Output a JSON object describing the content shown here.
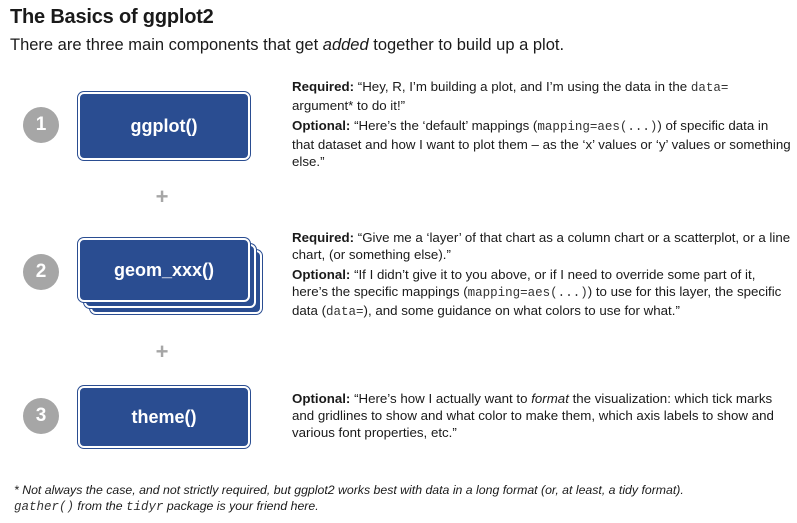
{
  "title": "The Basics of ggplot2",
  "subtitle": {
    "before": "There are three main components that get ",
    "emphasis": "added",
    "after": " together to build up a plot."
  },
  "plus_sign": "+",
  "steps": [
    {
      "number": "1",
      "box_label": "ggplot()",
      "required_label": "Required:",
      "required_parts": [
        "“Hey, R, I’m building a plot, and I’m using the data in the ",
        "data=",
        " argument* to do it!”"
      ],
      "optional_label": "Optional:",
      "optional_parts": [
        "“Here’s the ‘default’ mappings (",
        "mapping=aes(...)",
        ") of specific data in that dataset and how I want to plot them – as the ‘x’ values or ‘y’ values or something else.”"
      ]
    },
    {
      "number": "2",
      "box_label": "geom_xxx()",
      "required_label": "Required:",
      "required_parts": [
        "“Give me a ‘layer’ of that chart as a column chart or a scatterplot, or a line chart, (or something else).”"
      ],
      "optional_label": "Optional:",
      "optional_parts": [
        "“If I didn’t give it to you above, or if I need to override some part of it, here’s the specific mappings (",
        "mapping=aes(...)",
        ") to use for this layer, the specific data (",
        "data=",
        "), and some guidance on what colors to use for what.”"
      ]
    },
    {
      "number": "3",
      "box_label": "theme()",
      "optional_label": "Optional:",
      "optional_parts": [
        "“Here’s how I actually want to ",
        "format",
        " the visualization: which tick marks and gridlines to show and what color to make them, which axis labels to show and various font properties, etc.”"
      ]
    }
  ],
  "footnote": {
    "line1": "* Not always the case, and not strictly required, but ggplot2 works best with data in a long format (or, at least, a tidy format).",
    "code1": "gather()",
    "mid": " from the ",
    "code2": "tidyr",
    "end": " package is your friend here."
  },
  "colors": {
    "box_fill": "#2a4d91",
    "circle_fill": "#a6a6a6",
    "plus_color": "#a6a6a6"
  }
}
